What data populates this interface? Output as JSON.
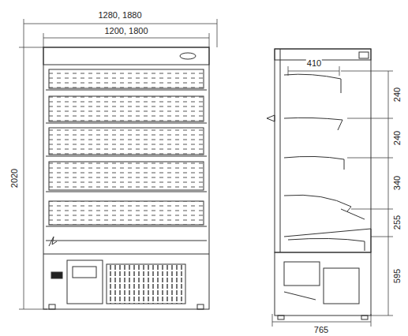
{
  "diagram": {
    "labels": [
      "1280, 1880",
      "1200, 1800",
      "2020",
      "410",
      "240",
      "240",
      "340",
      "255",
      "595",
      "765"
    ]
  }
}
